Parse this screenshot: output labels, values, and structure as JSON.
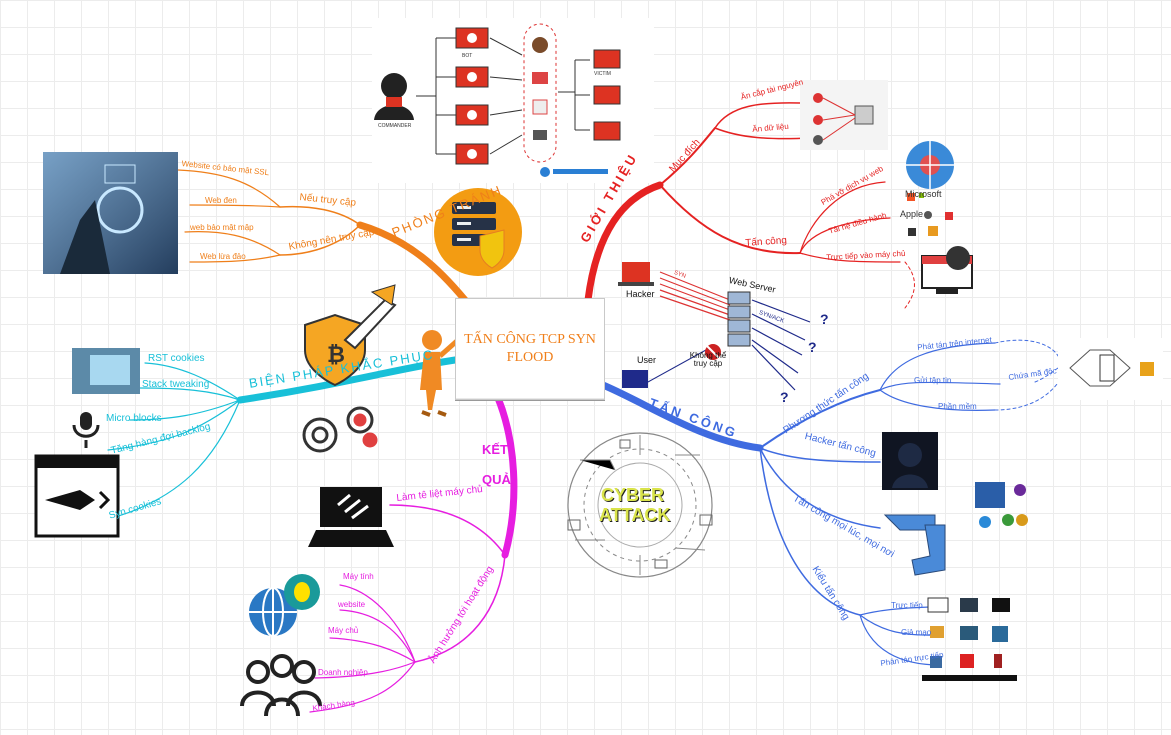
{
  "center": {
    "title": "TẤN CÔNG TCP SYN FLOOD"
  },
  "colors": {
    "gioi_thieu": "#e52222",
    "tan_cong": "#3f6be0",
    "ket_qua": "#e61ee0",
    "bien_phap": "#18c0d8",
    "phong_tranh": "#ef7f1a"
  },
  "branches": {
    "gioi_thieu": {
      "label": "GIỚI THIỆU",
      "muc_dich": {
        "label": "Mục đích",
        "items": [
          "Ăn cắp tài nguyên",
          "Ăn dữ liệu"
        ]
      },
      "tan_cong": {
        "label": "Tấn công",
        "items": [
          "Phá vỡ dịch vụ web",
          "Tải hệ điều hành",
          "Trực tiếp vào máy chủ"
        ]
      }
    },
    "tan_cong": {
      "label": "TẤN CÔNG",
      "phuong_thuc": {
        "label": "Phương thức tấn công",
        "items": [
          "Phát tán trên internet",
          "Gửi tập tin",
          "Phần mềm"
        ],
        "extra": "Chứa mã độc"
      },
      "hacker": "Hacker tấn công",
      "moi_luc": "Tấn công mọi lúc, mọi nơi",
      "kieu": {
        "label": "Kiểu tấn công",
        "items": [
          "Trực tiếp",
          "Giả mạo",
          "Phân tán trực tiếp"
        ]
      }
    },
    "ket_qua": {
      "label": "KẾT QUẢ",
      "lam_te_liet": "Làm tê liệt máy chủ",
      "anh_huong": {
        "label": "Ảnh hưởng tới hoạt động",
        "items": [
          "Máy tính",
          "website",
          "Máy chủ",
          "Doanh nghiệp",
          "Khách hàng"
        ]
      }
    },
    "bien_phap": {
      "label": "BIỆN PHÁP KHẮC PHỤC",
      "items": [
        "RST cookies",
        "Stack tweaking",
        "Micro blocks",
        "Tăng hàng đợi backlog",
        "Syn cookies"
      ]
    },
    "phong_tranh": {
      "label": "PHÒNG TRÁNH",
      "neu": {
        "label": "Nếu truy cập",
        "items": [
          "Website có bảo mật SSL",
          "Web đen"
        ]
      },
      "khong_nen": {
        "label": "Không nên truy cập",
        "items": [
          "web bảo mật mập",
          "Web lừa đảo"
        ]
      }
    }
  },
  "images": {
    "botnet": {
      "labels": [
        "BOT",
        "VICTIM",
        "COMMANDER"
      ]
    },
    "syn_diagram": {
      "hacker": "Hacker",
      "server": "Web Server",
      "user": "User",
      "syn": "SYN",
      "synack": "SYN/ACK",
      "blocked": "Không thể truy cập",
      "q": "?"
    },
    "cyber_attack": {
      "line1": "CYBER",
      "line2": "ATTACK"
    },
    "brands": {
      "ms": "Microsoft",
      "apple": "Apple"
    }
  }
}
